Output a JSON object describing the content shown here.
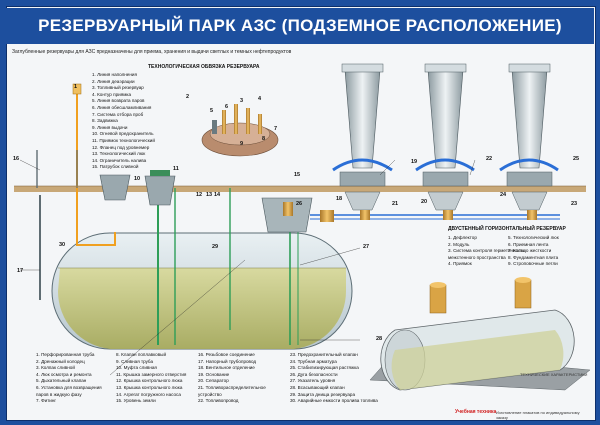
{
  "title": "РЕЗЕРВУАРНЫЙ ПАРК АЗС (ПОДЗЕМНОЕ РАСПОЛОЖЕНИЕ)",
  "subtitle": "Заглубленные резервуары для АЗС предназначены для приема, хранения и выдачи светлых и темных нефтепродуктов",
  "section_oborudovanie": "ТЕХНОЛОГИЧЕСКАЯ ОБВЯЗКА РЕЗЕРВУАРА",
  "section_dvustenny": "ДВУСТЕННЫЙ ГОРИЗОНТАЛЬНЫЙ РЕЗЕРВУАР",
  "tech_label": "ТЕХНИЧЕСКИЕ ХАРАКТЕРИСТИКИ",
  "logo_text": "Учебная техника",
  "footer_text": "Изготовление плакатов по индивидуальному заказу",
  "legend_top": [
    "1. Линия наполнения",
    "2. Линия деаэрации",
    "3. Топливный резервуар",
    "4. Контур приямка",
    "5. Линия возврата паров",
    "6. Линия обесшламливания",
    "7. Система отбора проб",
    "8. Задвижка",
    "9. Линия выдачи",
    "10. Огневой предохранитель",
    "11. Приямок технологический",
    "12. Фланец под уровнемер",
    "13. Технологический люк",
    "14. Ограничитель налива",
    "15. Патрубок сливной"
  ],
  "legend_double": [
    "1. Дефлектор",
    "2. Модуль",
    "3. Система контроля герметичности",
    "   межстенного пространства",
    "4. Приямок",
    "5. Технологический люк",
    "6. Приемная лента",
    "7. Кольцо жесткости",
    "8. Фундаментная плита",
    "9. Строповочные петли"
  ],
  "legend_bottom_col1": [
    "1. Перфорированная труба",
    "2. Дренажный колодец",
    "3. Колпак сливной",
    "4. Люк осмотра и ремонта",
    "5. Дыхательный клапан",
    "6. Установка для возвращения",
    "   паров в жидкую фазу",
    "7. Фитинг"
  ],
  "legend_bottom_col2": [
    "8. Клапан поплавковый",
    "9. Сливная труба",
    "10. Муфта сливная",
    "11. Крышка замерного отверстия",
    "12. Крышка контрольного люка",
    "13. Крышка контрольного люка",
    "14. Агрегат погружного насоса",
    "15. Уровень земли"
  ],
  "legend_bottom_col3": [
    "16. Резьбовое соединение",
    "17. Напорный трубопровод",
    "18. Вентильное отделение",
    "19. Основание",
    "20. Сепаратор",
    "21. Топливораспределительное",
    "    устройство",
    "22. Топливопровод"
  ],
  "legend_bottom_col4": [
    "23. Предохранительный клапан",
    "24. Трубная арматура",
    "25. Стабилизирующая растяжка",
    "26. Дуга безопасности",
    "27. Указатель уровня",
    "28. Всасывающий клапан",
    "29. Защита днища резервуара",
    "30. Аварийные емкости пролива топлива"
  ],
  "callouts": [
    "1",
    "2",
    "3",
    "4",
    "5",
    "6",
    "7",
    "8",
    "9",
    "10",
    "11",
    "12",
    "13",
    "14",
    "15",
    "16",
    "17",
    "18",
    "19",
    "20",
    "21",
    "22",
    "23",
    "24",
    "25",
    "26",
    "27",
    "28",
    "29",
    "30"
  ],
  "colors": {
    "banner": "#1d4f9e",
    "fuel": "#c7c98a",
    "tank": "#dfe7ea",
    "pipe_blue": "#2a6ed6",
    "pipe_orange": "#f0a020",
    "soil": "#c8a878",
    "green": "#2e9e58",
    "brass": "#d9a445"
  }
}
